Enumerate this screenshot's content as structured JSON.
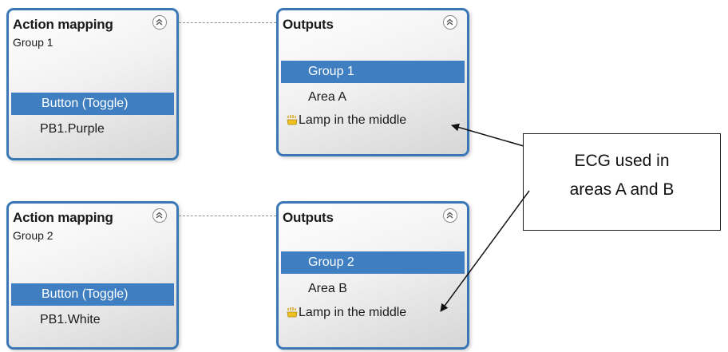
{
  "mappings": [
    {
      "title": "Action mapping",
      "group": "Group 1",
      "selected": "Button (Toggle)",
      "item": "PB1.Purple"
    },
    {
      "title": "Action mapping",
      "group": "Group 2",
      "selected": "Button (Toggle)",
      "item": "PB1.White"
    }
  ],
  "outputs": [
    {
      "title": "Outputs",
      "selected": "Group 1",
      "area": "Area A",
      "lamp": "Lamp in the middle"
    },
    {
      "title": "Outputs",
      "selected": "Group 2",
      "area": "Area B",
      "lamp": "Lamp in the middle"
    }
  ],
  "callout": {
    "line1": "ECG used in",
    "line2": "areas A and B"
  },
  "colors": {
    "card_border": "#3a78b5",
    "selected_row": "#3f7fc1",
    "lamp_icon": "#f0c020"
  },
  "icons": {
    "collapse": "double-chevron-up-icon",
    "lamp": "lamp-icon"
  }
}
